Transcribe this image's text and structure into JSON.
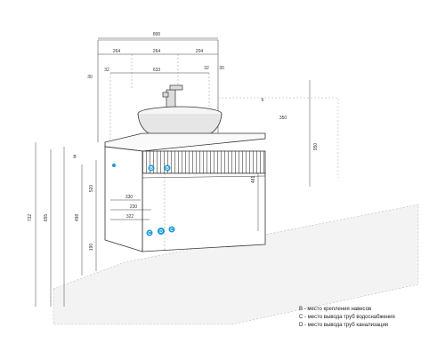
{
  "dimensions": {
    "overall_width": "800",
    "offset_left": "264",
    "offset_right": "264",
    "offset_far_right": "204",
    "basin_span": "633",
    "small_left_30": "30",
    "small_left_32": "32",
    "small_right_30": "30",
    "small_right_32": "32",
    "depth_6": "6",
    "depth_350": "350",
    "height_950": "950",
    "height_732": "732",
    "height_655": "655",
    "height_498": "498",
    "height_520": "520",
    "height_481": "481",
    "height_190": "190",
    "width_330": "330",
    "width_230": "230",
    "width_322": "322",
    "label_b": "B"
  },
  "markers": {
    "b": "B",
    "c": "C",
    "d": "D"
  },
  "legend": [
    "B - место крепления навесов",
    "C - место вывода труб водоснабжения",
    "D - место вывода труб канализации"
  ],
  "colors": {
    "line": "#333333",
    "guide": "#777777",
    "marker": "#1a9ad6",
    "floor": "#f2f2f2",
    "cabinet": "#ffffff",
    "basin": "#e6e6e6"
  }
}
